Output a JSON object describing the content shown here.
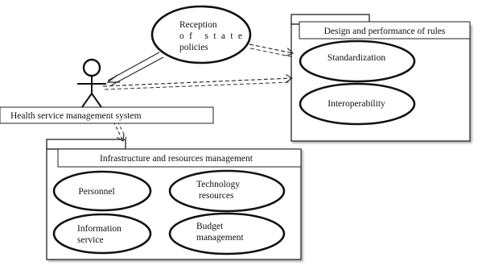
{
  "actor": {
    "label": "Health service management system"
  },
  "top_usecase": {
    "lines": [
      "Reception",
      "of state",
      "policies"
    ]
  },
  "packages": {
    "rules": {
      "title": "Design and performance of rules",
      "usecases": {
        "standardization": "Standardization",
        "interoperability": "Interoperability"
      }
    },
    "infrastructure": {
      "title": "Infrastructure and resources management",
      "usecases": {
        "personnel": "Personnel",
        "technology": [
          "Technology",
          "resources"
        ],
        "information": [
          "Information",
          "service"
        ],
        "budget": [
          "Budget",
          "management"
        ]
      }
    }
  }
}
